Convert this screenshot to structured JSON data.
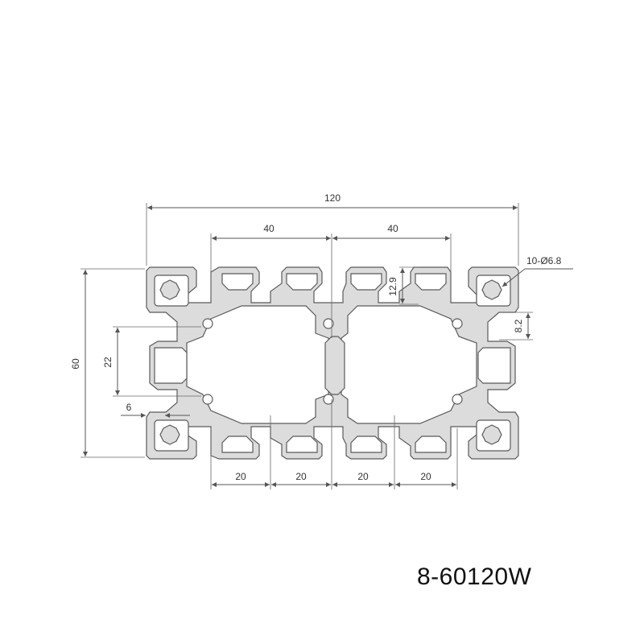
{
  "drawing": {
    "colors": {
      "profile_fill": "#dcdcdc",
      "outline": "#5a5a5a",
      "dimension": "#555555",
      "text": "#333333"
    },
    "dimensions": {
      "overall_width": "120",
      "pitch_top_left": "40",
      "pitch_top_right": "40",
      "overall_height": "60",
      "slot_span": "22",
      "slot_opening": "6",
      "bottom_pitch_1": "20",
      "bottom_pitch_2": "20",
      "bottom_pitch_3": "20",
      "bottom_pitch_4": "20",
      "slot_depth": "12.9",
      "slot_width": "8.2",
      "hole_callout": "10-Ø6.8"
    }
  },
  "model_code": "8-60120W"
}
